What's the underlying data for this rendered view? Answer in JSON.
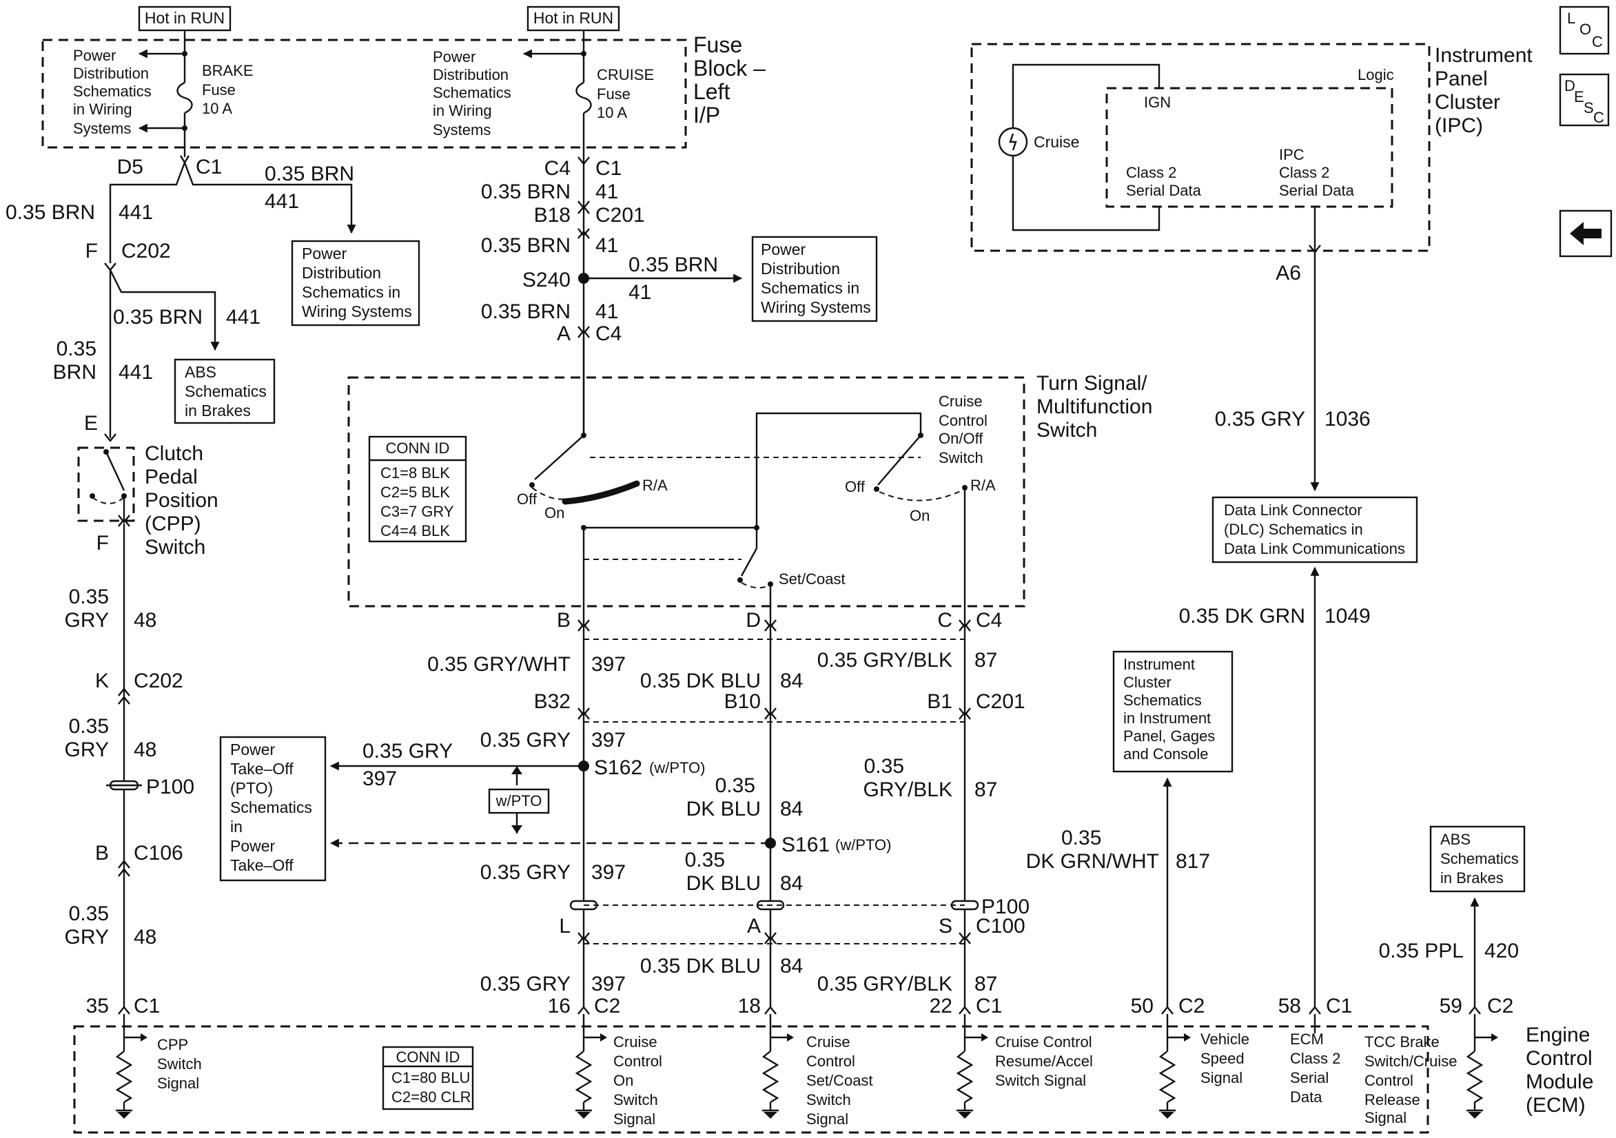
{
  "hot_in_run": "Hot in RUN",
  "fuse_block": {
    "l1": "Fuse",
    "l2": "Block –",
    "l3": "Left",
    "l4": "I/P"
  },
  "pd_schem": {
    "l1": "Power",
    "l2": "Distribution",
    "l3": "Schematics",
    "l4": "in Wiring",
    "l5": "Systems"
  },
  "brake_fuse": {
    "l1": "BRAKE",
    "l2": "Fuse",
    "l3": "10 A"
  },
  "cruise_fuse": {
    "l1": "CRUISE",
    "l2": "Fuse",
    "l3": "10 A"
  },
  "pd_box": {
    "l1": "Power",
    "l2": "Distribution",
    "l3": "Schematics in",
    "l4": "Wiring Systems"
  },
  "abs_box": {
    "l1": "ABS",
    "l2": "Schematics",
    "l3": "in Brakes"
  },
  "ipc": {
    "l1": "Instrument",
    "l2": "Panel",
    "l3": "Cluster",
    "l4": "(IPC)",
    "logic": "Logic",
    "ign": "IGN",
    "cruise": "Cruise",
    "c2a": "Class 2",
    "c2b": "Serial Data",
    "ipc_a": "IPC",
    "ipc_b": "Class 2",
    "ipc_c": "Serial Data"
  },
  "tsms": {
    "l1": "Turn Signal/",
    "l2": "Multifunction",
    "l3": "Switch"
  },
  "conn_id": {
    "title": "CONN ID",
    "c1": "C1=8 BLK",
    "c2": "C2=5 BLK",
    "c3": "C3=7 GRY",
    "c4": "C4=4 BLK"
  },
  "ccs": {
    "l1": "Cruise",
    "l2": "Control",
    "l3": "On/Off",
    "l4": "Switch"
  },
  "sw": {
    "off": "Off",
    "on": "On",
    "ra": "R/A",
    "set_coast": "Set/Coast"
  },
  "cpp": {
    "l1": "Clutch",
    "l2": "Pedal",
    "l3": "Position",
    "l4": "(CPP)",
    "l5": "Switch"
  },
  "dlc": {
    "l1": "Data Link Connector",
    "l2": "(DLC) Schematics in",
    "l3": "Data Link Communications"
  },
  "ic_box": {
    "l1": "Instrument",
    "l2": "Cluster",
    "l3": "Schematics",
    "l4": "in Instrument",
    "l5": "Panel, Gages",
    "l6": "and Console"
  },
  "pto_box": {
    "l1": "Power",
    "l2": "Take–Off",
    "l3": "(PTO)",
    "l4": "Schematics",
    "l5": "in",
    "l6": "Power",
    "l7": "Take–Off"
  },
  "wpto": "w/PTO",
  "ecm": {
    "l1": "Engine",
    "l2": "Control",
    "l3": "Module",
    "l4": "(ECM)"
  },
  "ecm_conn": {
    "title": "CONN ID",
    "c1": "C1=80 BLU",
    "c2": "C2=80 CLR"
  },
  "ecm_signals": {
    "cpp": {
      "l1": "CPP",
      "l2": "Switch",
      "l3": "Signal"
    },
    "con": {
      "l1": "Cruise",
      "l2": "Control",
      "l3": "On",
      "l4": "Switch",
      "l5": "Signal"
    },
    "cset": {
      "l1": "Cruise",
      "l2": "Control",
      "l3": "Set/Coast",
      "l4": "Switch",
      "l5": "Signal"
    },
    "cres": {
      "l1": "Cruise Control",
      "l2": "Resume/Accel",
      "l3": "Switch Signal"
    },
    "vss": {
      "l1": "Vehicle",
      "l2": "Speed",
      "l3": "Signal"
    },
    "ecmc2": {
      "l1": "ECM",
      "l2": "Class 2",
      "l3": "Serial",
      "l4": "Data"
    },
    "tcc": {
      "l1": "TCC Brake",
      "l2": "Switch/Cruise",
      "l3": "Control",
      "l4": "Release",
      "l5": "Signal"
    }
  },
  "loc": {
    "a": "L",
    "b": "O",
    "c": "C"
  },
  "desc": {
    "a": "D",
    "b": "E",
    "c": "S",
    "d": "C"
  },
  "wires": {
    "brn": "0.35 BRN",
    "c441": "441",
    "c41": "41",
    "brn_a": "0.35",
    "brn_b": "BRN",
    "gry_a": "0.35",
    "gry_b": "GRY",
    "gry": "0.35 GRY",
    "c48": "48",
    "c397": "397",
    "grywht": "0.35 GRY/WHT",
    "dkblu": "0.35 DK BLU",
    "dkblu_b": "DK BLU",
    "c84": "84",
    "gryblk": "0.35 GRY/BLK",
    "gryblk_b": "GRY/BLK",
    "c87": "87",
    "gry1036": "0.35 GRY",
    "c1036": "1036",
    "dkgrn": "0.35 DK GRN",
    "c1049": "1049",
    "dkgrnwht": "DK GRN/WHT",
    "c817": "817",
    "ppl": "0.35 PPL",
    "c420": "420"
  },
  "conn": {
    "D5": "D5",
    "C1": "C1",
    "F": "F",
    "C202": "C202",
    "E": "E",
    "K": "K",
    "B": "B",
    "C106": "C106",
    "P100": "P100",
    "C4": "C4",
    "B18": "B18",
    "C201": "C201",
    "S240": "S240",
    "A": "A",
    "D": "D",
    "C": "C",
    "B32": "B32",
    "B10": "B10",
    "B1": "B1",
    "S162": "S162",
    "S161": "S161",
    "wpto_small": "(w/PTO)",
    "L": "L",
    "S": "S",
    "C100": "C100",
    "A6": "A6",
    "p35": "35",
    "p16": "16",
    "C2": "C2",
    "p18": "18",
    "p22": "22",
    "p50": "50",
    "p58": "58",
    "p59": "59"
  }
}
